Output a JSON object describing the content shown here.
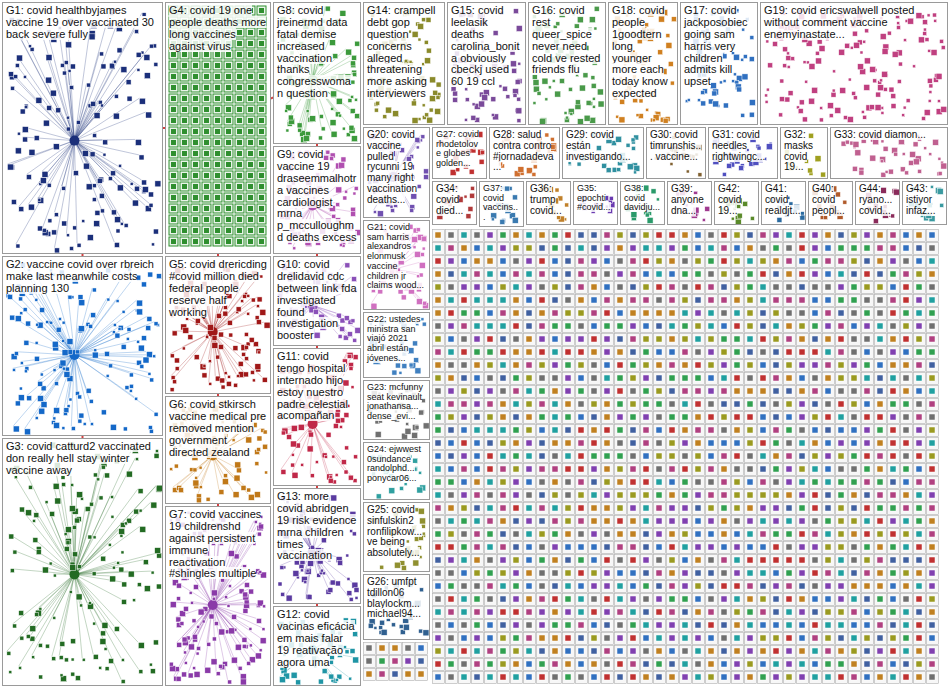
{
  "diagram": {
    "nodes": [
      {
        "text": [
          "G1: covid healthbyjames vaccine 19 over vaccinated 30 back severe fully"
        ]
      },
      {
        "text": [
          "G4: covid 19 one people deaths more long vaccines against virus"
        ]
      },
      {
        "text": [
          "G8: covid jreinermd data fatal demise increased vaccination thanks congresswoman question"
        ]
      },
      {
        "text": [
          "G14: crampell debt gop question concerns alleged threatening more asking interviewers"
        ]
      },
      {
        "text": [
          "G15: covid leelasik deaths carolina_bonita obviously cbeckj used 60 19 ccl"
        ]
      },
      {
        "text": [
          "G16: covid rest queer_spice never need cold ve rested friends flu"
        ]
      },
      {
        "text": [
          "G18: covid people 1goodtern long younger more each today know expected"
        ]
      },
      {
        "text": [
          "G17: covid jackposobiec going sam harris very children admits kill upset"
        ]
      },
      {
        "text": [
          "G19: covid ericswalwell posted without comment vaccine enemyinastate..."
        ]
      },
      {
        "text": [
          "G20: covid vaccine pulled rycunni 19 many right vaccination deaths..."
        ]
      },
      {
        "text": [
          "G27: covid rhodetolove globes golden..."
        ]
      },
      {
        "text": [
          "G28: salud contra contro #jornadadeva..."
        ]
      },
      {
        "text": [
          "G29: covid están investigando..."
        ]
      },
      {
        "text": [
          "G30: covid timrunshis... vaccine..."
        ]
      },
      {
        "text": [
          "G31: covid needles rightwingc..."
        ]
      },
      {
        "text": [
          "G32: masks covid 19..."
        ]
      },
      {
        "text": [
          "G33: covid diamon..."
        ]
      },
      {
        "text": [
          "G34: covid died..."
        ]
      },
      {
        "text": [
          "G37: covid vaccins..."
        ]
      },
      {
        "text": [
          "G36: trump covid..."
        ]
      },
      {
        "text": [
          "G35: epochti #covid..."
        ]
      },
      {
        "text": [
          "G38: covid davidju..."
        ]
      },
      {
        "text": [
          "G39: anyone dna..."
        ]
      },
      {
        "text": [
          "G42: covid 19..."
        ]
      },
      {
        "text": [
          "G41: covid realdjt..."
        ]
      },
      {
        "text": [
          "G40: covid peopl..."
        ]
      },
      {
        "text": [
          "G44: ryano... covid..."
        ]
      },
      {
        "text": [
          "G43: istiyor infaz..."
        ]
      },
      {
        "text": [
          "G9: covid vaccine 19 draseemmalhotra vaccines cardiologist mrna p_mcculloughmd deaths excess"
        ]
      },
      {
        "text": [
          "G21: covid sam harris alexandros elonmusk vaccine children jr claims wood..."
        ]
      },
      {
        "text": [
          "G5: covid drericding #covid million died federal people reserve half working"
        ]
      },
      {
        "text": [
          "G10: covid drelidavid cdc between link fda investigated found investigation booster"
        ]
      },
      {
        "text": [
          "G22: ustedes ministra san viajó 2021 abril están jóvenes..."
        ]
      },
      {
        "text": [
          "G23: mcfunny seat kevinault jonathansa... dense_evi..."
        ]
      },
      {
        "text": [
          "G11: covid tengo hospital internado hijo estoy nuestro padre celestial acompañan"
        ]
      },
      {
        "text": [
          "G24: ejwwest 0sundance randolphd... ponycar06..."
        ]
      },
      {
        "text": [
          "G25: covid sinfulskin2 ronfilipkow... ve being absolutely..."
        ]
      },
      {
        "text": [
          "G2: vaccine covid over rbreich make last meanwhile costs planning 130"
        ]
      },
      {
        "text": [
          "G6: covid stkirsch vaccine medical pre removed mention government directed zealand"
        ]
      },
      {
        "text": [
          "G13: more covid abridgen 19 risk evidence mrna children times vaccination"
        ]
      },
      {
        "text": [
          "G26: umfpt tdillon06 blaylockm... michael94..."
        ]
      },
      {
        "text": [
          "G3: covid catturd2 vaccinated don really hell stay winter vaccine away"
        ]
      },
      {
        "text": [
          "G7: covid vaccines 19 childrenshd against persistent immune reactivation #shingles multiple"
        ]
      },
      {
        "text": [
          "G12: covid vacinas eficácia em mais falar 19 reativação agora uma"
        ]
      }
    ],
    "edges": [
      {
        "from": 0,
        "to": 1,
        "arrow": "none"
      },
      {
        "from": 0,
        "to": 37,
        "arrow": "none"
      },
      {
        "from": 37,
        "to": 41,
        "arrow": "none"
      },
      {
        "from": 1,
        "to": 30,
        "arrow": "none"
      },
      {
        "from": 30,
        "to": 38,
        "arrow": "none"
      },
      {
        "from": 38,
        "to": 42,
        "arrow": "none"
      },
      {
        "from": 1,
        "to": 2,
        "arrow": "none"
      },
      {
        "from": 2,
        "to": 28,
        "arrow": "none"
      },
      {
        "from": 28,
        "to": 31,
        "arrow": "none"
      },
      {
        "from": 31,
        "to": 34,
        "arrow": "none"
      },
      {
        "from": 34,
        "to": 39,
        "arrow": "none"
      },
      {
        "from": 39,
        "to": 43,
        "arrow": "none"
      }
    ]
  }
}
